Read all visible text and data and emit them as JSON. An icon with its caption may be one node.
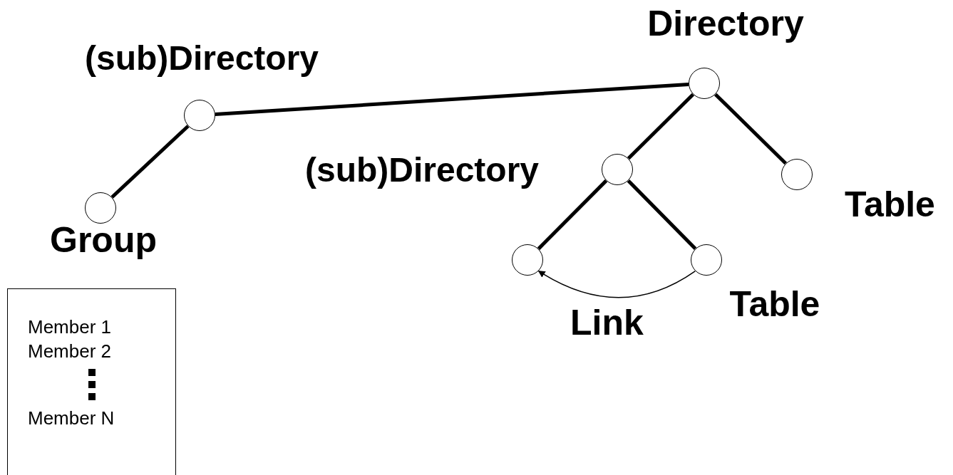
{
  "diagram": {
    "nodes": [
      {
        "text": [],
        "shape": "circle",
        "beside": [
          "Directory"
        ]
      },
      {
        "text": [],
        "shape": "circle",
        "beside": [
          "(sub)Directory"
        ]
      },
      {
        "text": [],
        "shape": "circle",
        "beside": [
          "Group"
        ]
      },
      {
        "text": [
          "Member 1",
          "Member 2",
          "Member N"
        ]
      },
      {
        "text": [],
        "shape": "circle",
        "beside": [
          "(sub)Directory"
        ]
      },
      {
        "text": [],
        "shape": "circle",
        "beside": [
          "Table"
        ]
      },
      {
        "text": [],
        "shape": "circle"
      },
      {
        "text": [],
        "shape": "circle",
        "beside": [
          "Table"
        ]
      }
    ],
    "edges": [
      {
        "from": 0,
        "to": 1,
        "arrow": "none"
      },
      {
        "from": 1,
        "to": 2,
        "arrow": "none"
      },
      {
        "from": 0,
        "to": 4,
        "arrow": "none"
      },
      {
        "from": 0,
        "to": 5,
        "arrow": "none"
      },
      {
        "from": 4,
        "to": 6,
        "arrow": "none"
      },
      {
        "from": 4,
        "to": 7,
        "arrow": "none"
      },
      {
        "from": 7,
        "to": 6,
        "arrow": "to",
        "label": "Link"
      }
    ]
  }
}
